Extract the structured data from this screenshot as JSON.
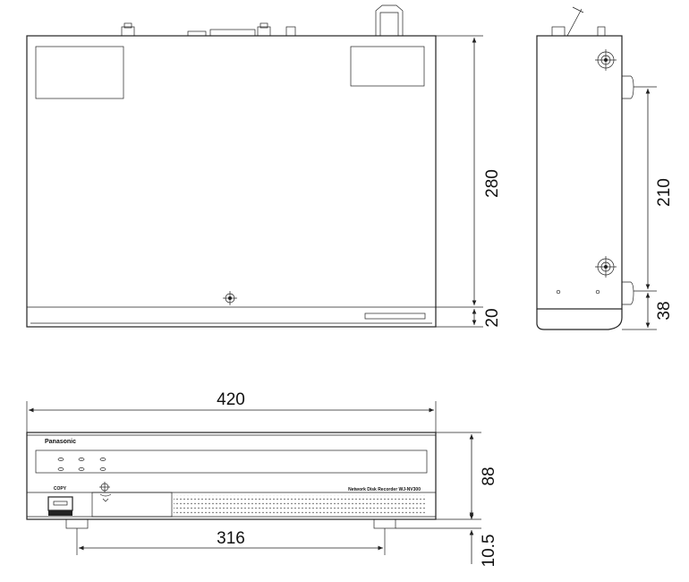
{
  "dimensions": {
    "top_depth": "280",
    "top_front": "20",
    "side_feet_spacing": "210",
    "side_front_offset": "38",
    "front_width": "420",
    "front_height": "88",
    "front_feet_spacing": "316",
    "foot_height": "10.5"
  },
  "front_panel": {
    "brand": "Panasonic",
    "copy_label": "COPY",
    "model_label": "Network Disk Recorder WJ-NV300"
  },
  "colors": {
    "line": "#222222",
    "background": "#ffffff"
  }
}
